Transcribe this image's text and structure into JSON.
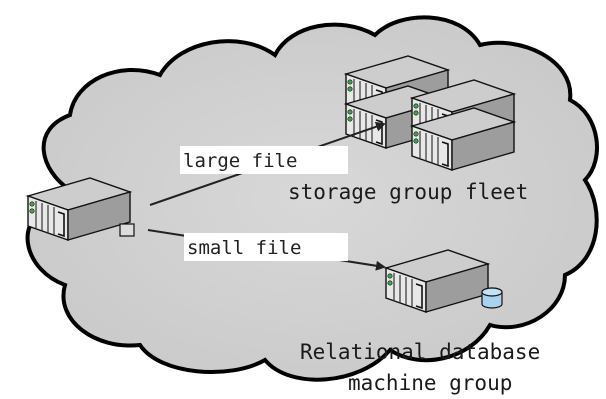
{
  "diagram": {
    "labels": {
      "large_file": "large file",
      "small_file": "small file",
      "storage_group": "storage group fleet",
      "database_line1": "Relational database",
      "database_line2": "machine group"
    },
    "nodes": {
      "client": "server-icon",
      "storage_fleet": "server-cluster-icon",
      "database_server": "database-server-icon"
    },
    "colors": {
      "cloud_fill": "#d2d2d2",
      "cloud_stroke": "#000000",
      "server_top": "#cfcfcf",
      "server_front": "#e6e6e6",
      "server_side": "#9a9a9a",
      "database_cylinder": "#a9d2ee",
      "led": "#3aa64a",
      "arrow": "#222222"
    }
  }
}
